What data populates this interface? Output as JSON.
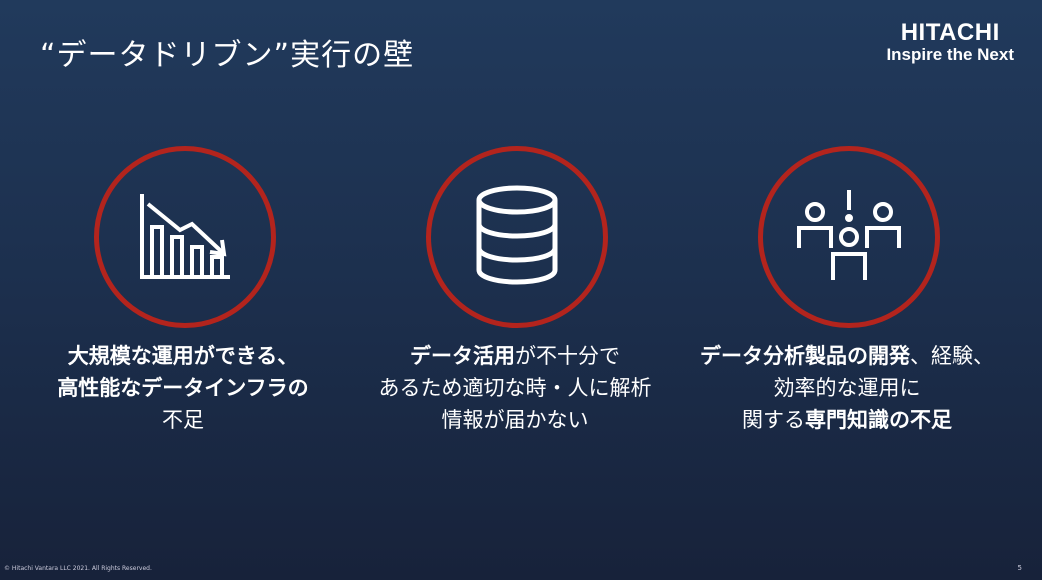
{
  "title": "“データドリブン”実行の壁",
  "logo": {
    "brand": "HITACHI",
    "tagline": "Inspire the Next"
  },
  "cards": [
    {
      "icon": "declining-bar-chart-icon",
      "lines": [
        [
          {
            "t": "大規模な運用ができる、",
            "b": true
          }
        ],
        [
          {
            "t": "高性能なデータインフラの",
            "b": true
          }
        ],
        [
          {
            "t": "不足",
            "b": false
          }
        ]
      ]
    },
    {
      "icon": "database-icon",
      "lines": [
        [
          {
            "t": "データ活用",
            "b": true
          },
          {
            "t": "が不十分で",
            "b": false
          }
        ],
        [
          {
            "t": "あるため適切な時・人に解析",
            "b": false
          }
        ],
        [
          {
            "t": "情報が届かない",
            "b": false
          }
        ]
      ]
    },
    {
      "icon": "people-alert-icon",
      "lines": [
        [
          {
            "t": "データ分析製品の開発",
            "b": true
          },
          {
            "t": "、経験、",
            "b": false
          }
        ],
        [
          {
            "t": "効率的な運用に",
            "b": false
          }
        ],
        [
          {
            "t": "関する",
            "b": false
          },
          {
            "t": "専門知識の不足",
            "b": true
          }
        ]
      ]
    }
  ],
  "footer": "© Hitachi Vantara LLC 2021. All Rights Reserved.",
  "page_number": "5",
  "colors": {
    "ring": "#b3241d",
    "bg": "#1c2f4d"
  }
}
